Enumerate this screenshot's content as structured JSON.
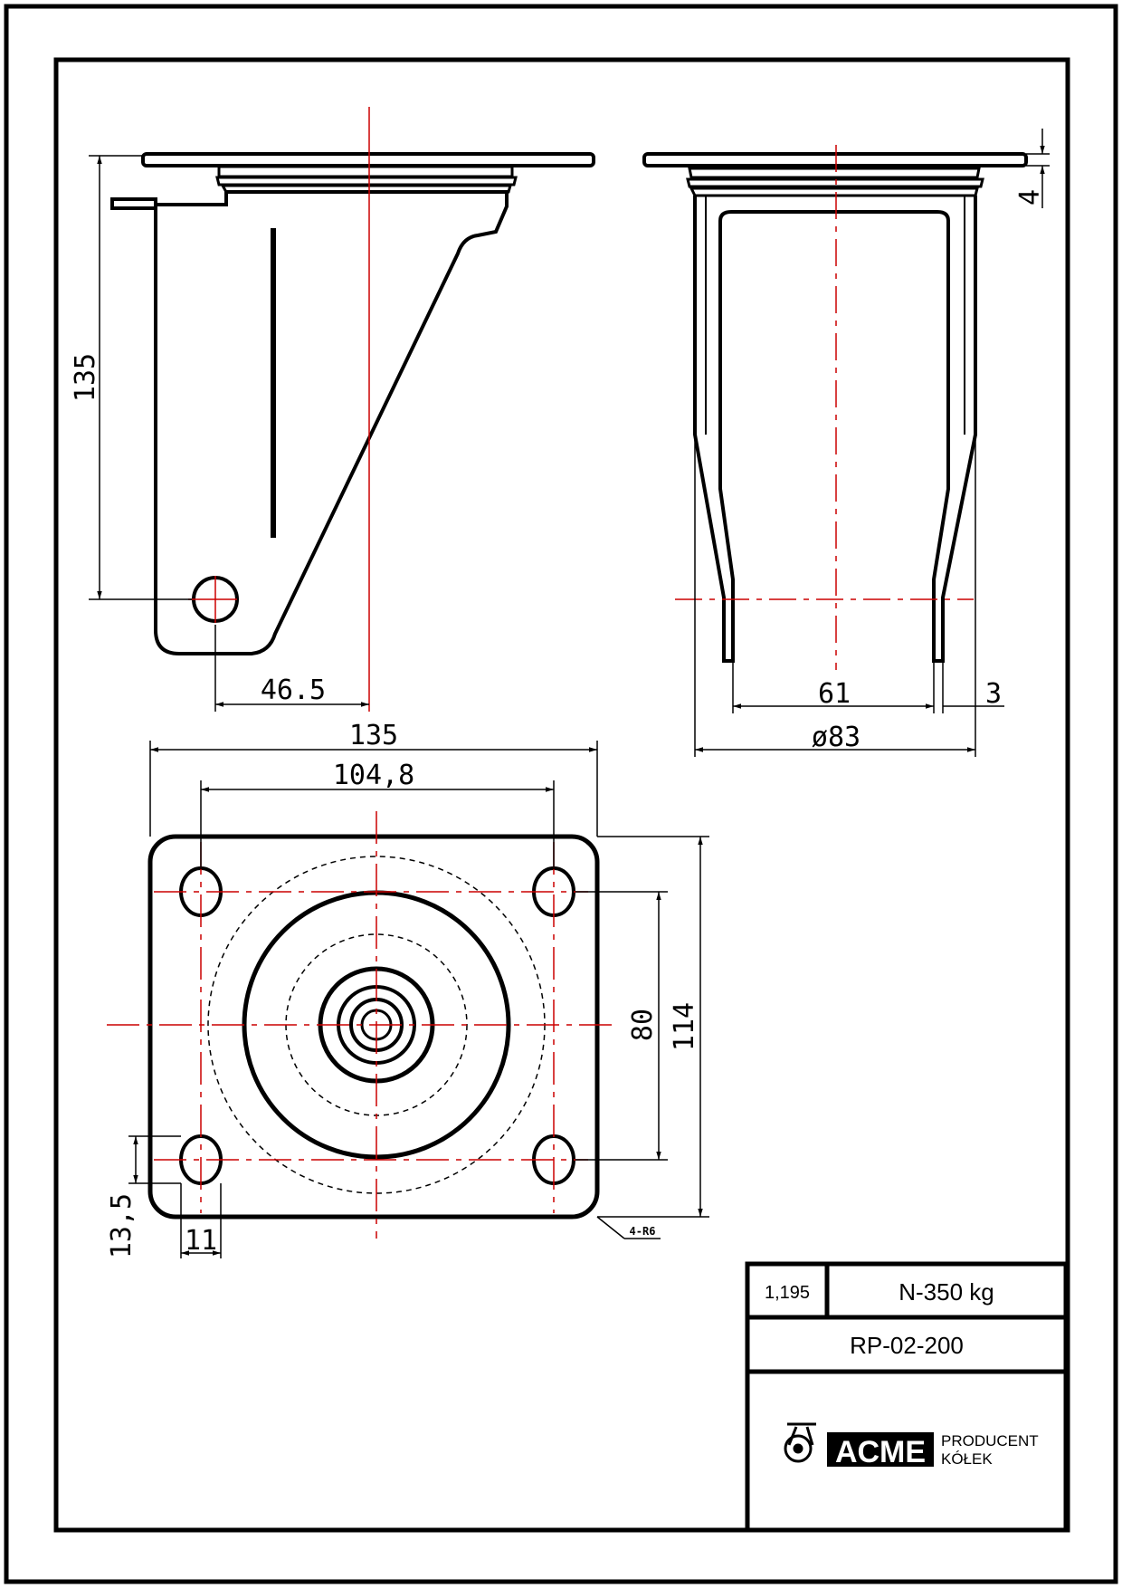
{
  "drawing": {
    "side_view": {
      "height_dim": "135",
      "offset_dim": "46.5"
    },
    "front_view": {
      "plate_thickness_dim": "4",
      "inner_width_dim": "61",
      "wall_dim": "3",
      "diameter_dim": "ø83"
    },
    "plate_view": {
      "width_dim": "135",
      "hole_spacing_x_dim": "104,8",
      "hole_spacing_y_dim": "80",
      "height_dim": "114",
      "hole_height_dim": "13,5",
      "hole_width_dim": "11",
      "holes_note": "4-R6"
    }
  },
  "title_block": {
    "weight": "1,195",
    "load": "N-350 kg",
    "part_number": "RP-02-200",
    "logo": {
      "brand": "ACME",
      "line1": "PRODUCENT",
      "line2": "KÓŁEK",
      "icon": "caster-wheel-icon"
    }
  },
  "colors": {
    "line": "#000000",
    "centerline": "#cc0000"
  }
}
